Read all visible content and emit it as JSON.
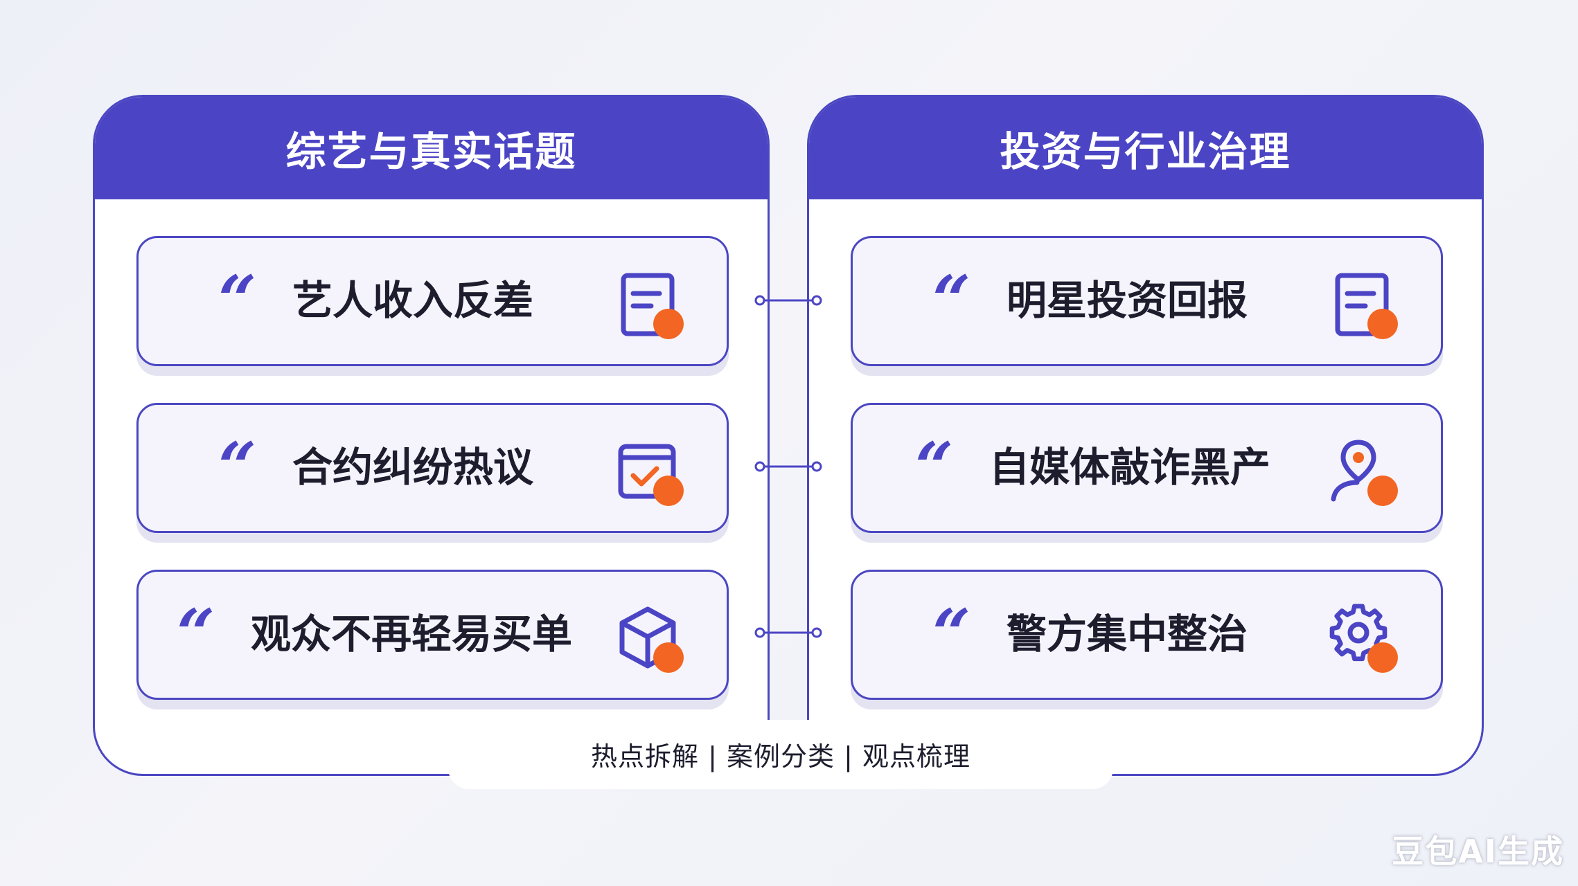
{
  "colors": {
    "primary": "#4b45c5",
    "accent": "#f26522",
    "card_bg": "#f5f4fc",
    "text": "#1d1d2e"
  },
  "left_panel": {
    "title": "综艺与真实话题",
    "items": [
      {
        "text": "艺人收入反差",
        "icon": "document-icon"
      },
      {
        "text": "合约纠纷热议",
        "icon": "calendar-check-icon"
      },
      {
        "text": "观众不再轻易买单",
        "icon": "cube-icon"
      }
    ]
  },
  "right_panel": {
    "title": "投资与行业治理",
    "items": [
      {
        "text": "明星投资回报",
        "icon": "document-icon"
      },
      {
        "text": "自媒体敲诈黑产",
        "icon": "user-location-icon"
      },
      {
        "text": "警方集中整治",
        "icon": "gear-icon"
      }
    ]
  },
  "caption": "热点拆解 | 案例分类 | 观点梳理",
  "watermark": "豆包AI生成"
}
